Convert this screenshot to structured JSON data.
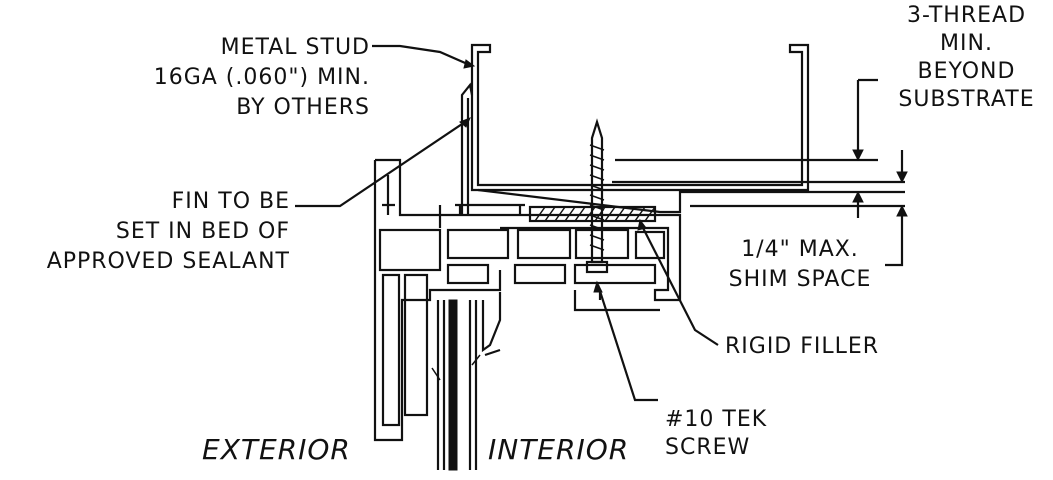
{
  "labels": {
    "metal_stud": [
      "METAL STUD",
      "16GA (.060\") MIN.",
      "BY OTHERS"
    ],
    "thread": [
      "3-THREAD",
      "MIN.",
      "BEYOND",
      "SUBSTRATE"
    ],
    "fin": [
      "FIN TO BE",
      "SET IN BED OF",
      "APPROVED SEALANT"
    ],
    "shim": [
      "1/4\" MAX.",
      "SHIM SPACE"
    ],
    "rigid_filler": "RIGID FILLER",
    "tek_screw": [
      "#10 TEK",
      "SCREW"
    ],
    "exterior": "EXTERIOR",
    "interior": "INTERIOR"
  }
}
